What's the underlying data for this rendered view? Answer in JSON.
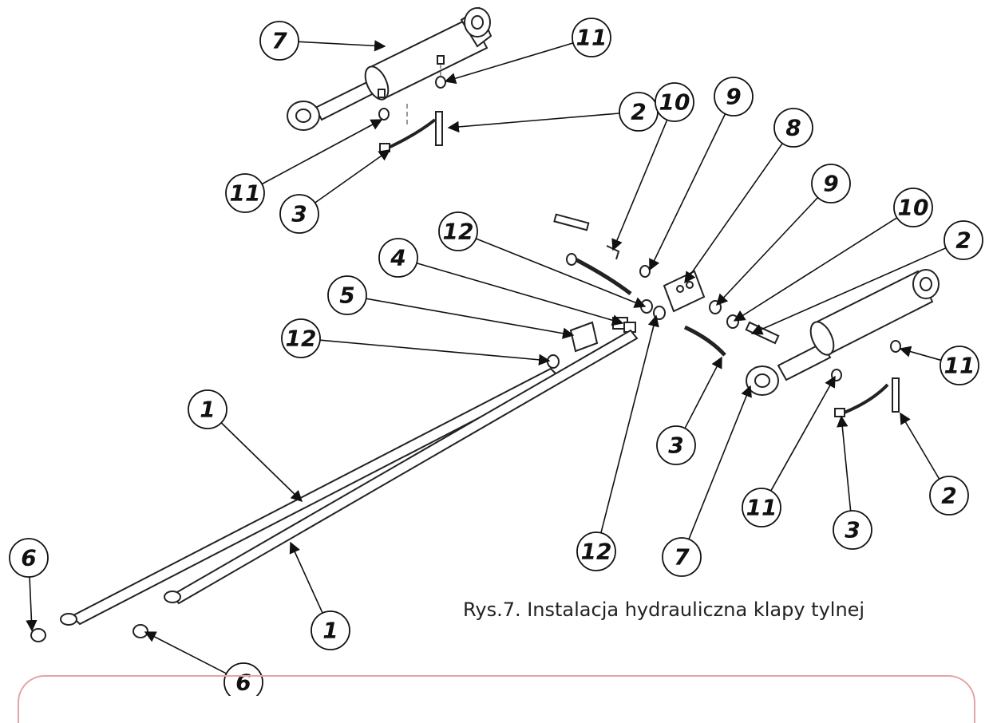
{
  "caption": "Rys.7. Instalacja hydrauliczna klapy tylnej",
  "callouts": [
    {
      "id": "c7a",
      "label": "7"
    },
    {
      "id": "c11a",
      "label": "11"
    },
    {
      "id": "c2a",
      "label": "2"
    },
    {
      "id": "c11b",
      "label": "11"
    },
    {
      "id": "c3a",
      "label": "3"
    },
    {
      "id": "c10a",
      "label": "10"
    },
    {
      "id": "c9a",
      "label": "9"
    },
    {
      "id": "c8",
      "label": "8"
    },
    {
      "id": "c9b",
      "label": "9"
    },
    {
      "id": "c10b",
      "label": "10"
    },
    {
      "id": "c2b",
      "label": "2"
    },
    {
      "id": "c12a",
      "label": "12"
    },
    {
      "id": "c4",
      "label": "4"
    },
    {
      "id": "c5",
      "label": "5"
    },
    {
      "id": "c12b",
      "label": "12"
    },
    {
      "id": "c1a",
      "label": "1"
    },
    {
      "id": "c11c",
      "label": "11"
    },
    {
      "id": "c3b",
      "label": "3"
    },
    {
      "id": "c11d",
      "label": "11"
    },
    {
      "id": "c2c",
      "label": "2"
    },
    {
      "id": "c3c",
      "label": "3"
    },
    {
      "id": "c6a",
      "label": "6"
    },
    {
      "id": "c12c",
      "label": "12"
    },
    {
      "id": "c7b",
      "label": "7"
    },
    {
      "id": "c1b",
      "label": "1"
    },
    {
      "id": "c6b",
      "label": "6"
    }
  ]
}
